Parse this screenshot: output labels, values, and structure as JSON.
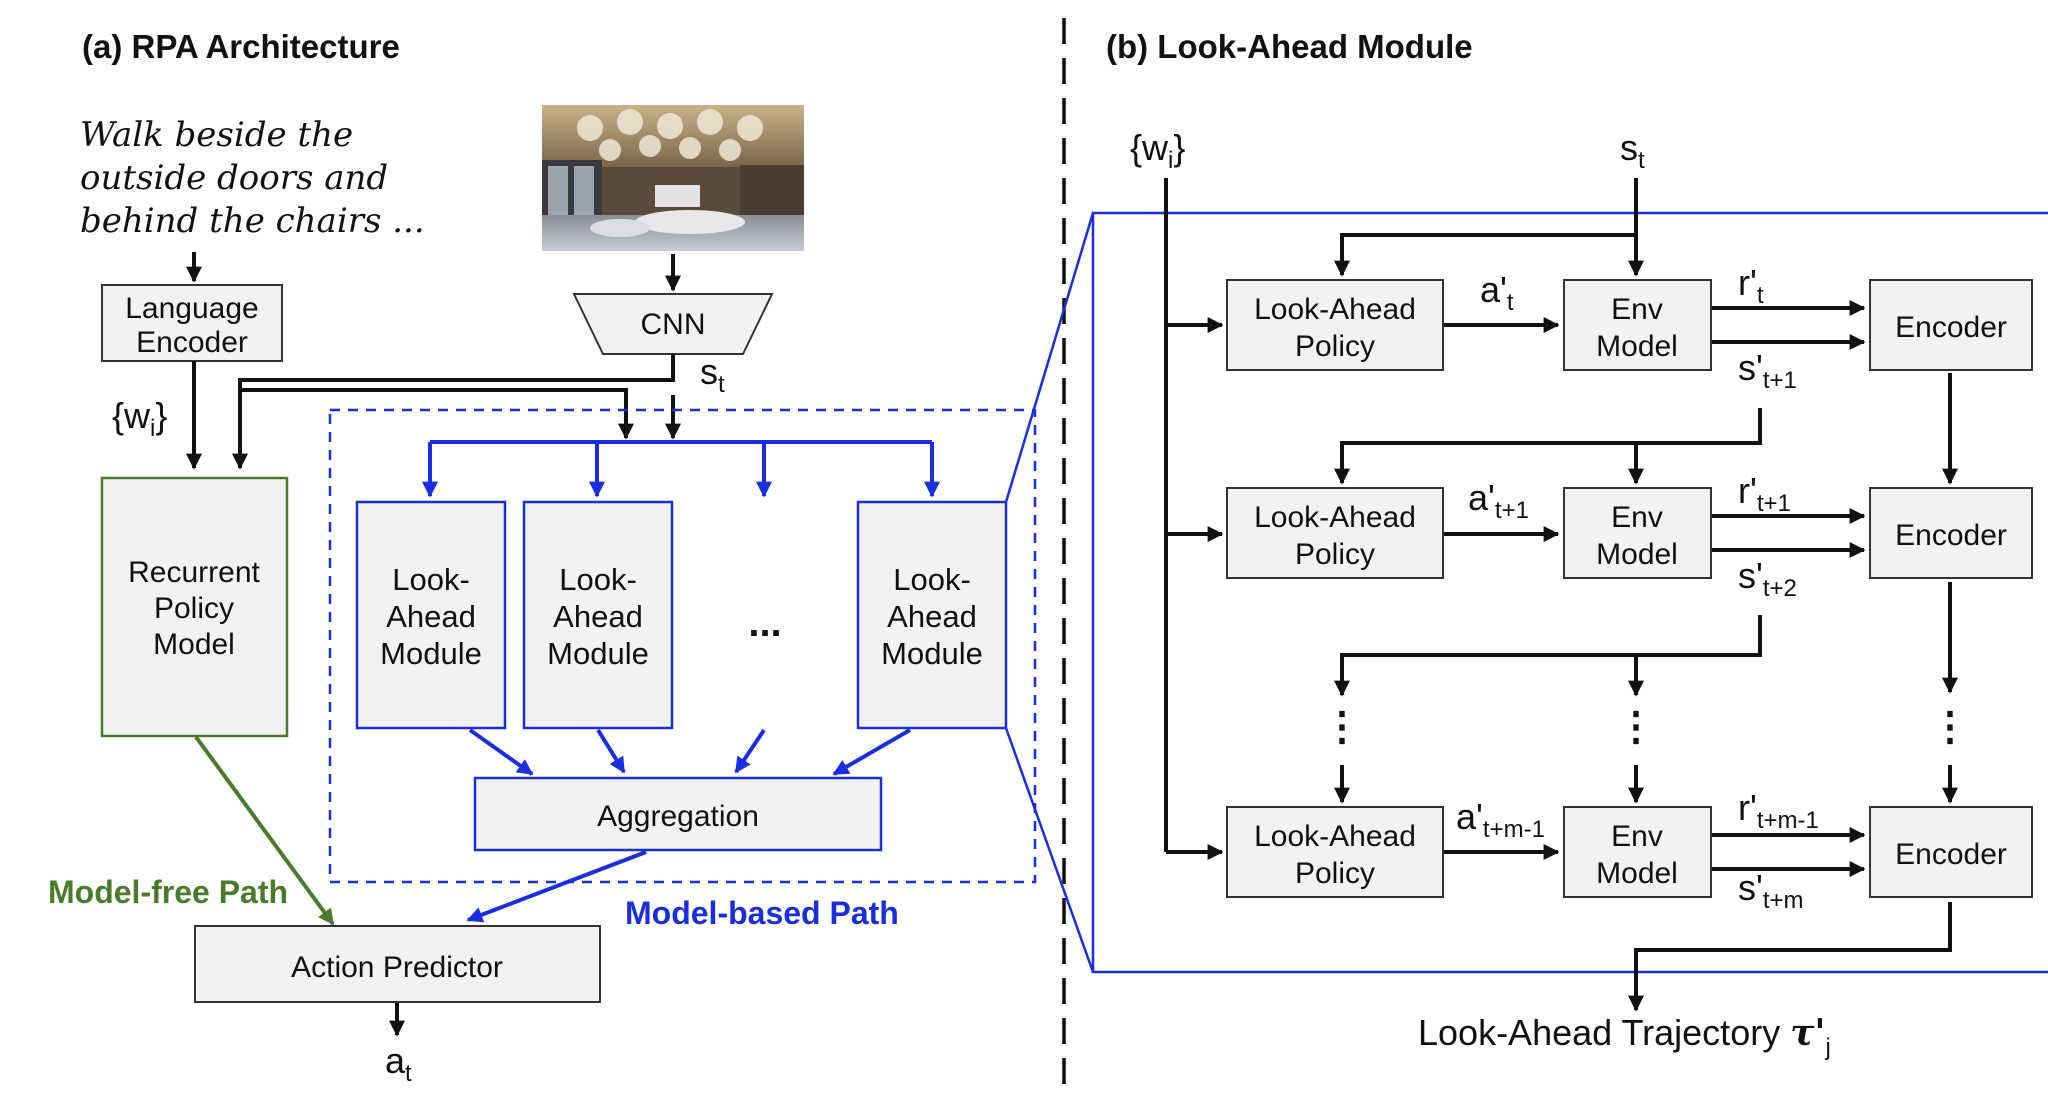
{
  "panels": {
    "a_title": "(a) RPA Architecture",
    "b_title": "(b) Look-Ahead Module"
  },
  "left": {
    "instruction_lines": [
      "Walk beside the",
      "outside doors and",
      "behind the chairs ..."
    ],
    "language_encoder": [
      "Language",
      "Encoder"
    ],
    "cnn": "CNN",
    "recurrent_policy": [
      "Recurrent",
      "Policy",
      "Model"
    ],
    "look_ahead_module": [
      "Look-",
      "Ahead",
      "Module"
    ],
    "ellipsis": "...",
    "aggregation": "Aggregation",
    "action_predictor": "Action Predictor",
    "model_free_path": "Model-free Path",
    "model_based_path": "Model-based Path",
    "w_label": "{w",
    "w_sub": "i",
    "w_close": "}",
    "s_label": "s",
    "s_sub": "t",
    "a_label": "a",
    "a_sub": "t"
  },
  "right": {
    "w_label": "{w",
    "w_sub": "i",
    "w_close": "}",
    "s_label": "s",
    "s_sub": "t",
    "policy": [
      "Look-Ahead",
      "Policy"
    ],
    "env": [
      "Env",
      "Model"
    ],
    "encoder": "Encoder",
    "rows": [
      {
        "a": "a'",
        "a_sub": "t",
        "r": "r'",
        "r_sub": "t",
        "s": "s'",
        "s_sub": "t+1"
      },
      {
        "a": "a'",
        "a_sub": "t+1",
        "r": "r'",
        "r_sub": "t+1",
        "s": "s'",
        "s_sub": "t+2"
      },
      {
        "a": "a'",
        "a_sub": "t+m-1",
        "r": "r'",
        "r_sub": "t+m-1",
        "s": "s'",
        "s_sub": "t+m"
      }
    ],
    "vdots": "⋮",
    "trajectory": "Look-Ahead Trajectory ",
    "tau": "τ'",
    "tau_sub": "j"
  },
  "colors": {
    "box_fill": "#f2f2f2",
    "box_stroke": "#333333",
    "blue": "#1a2ee0",
    "green": "#4a7a2c"
  }
}
